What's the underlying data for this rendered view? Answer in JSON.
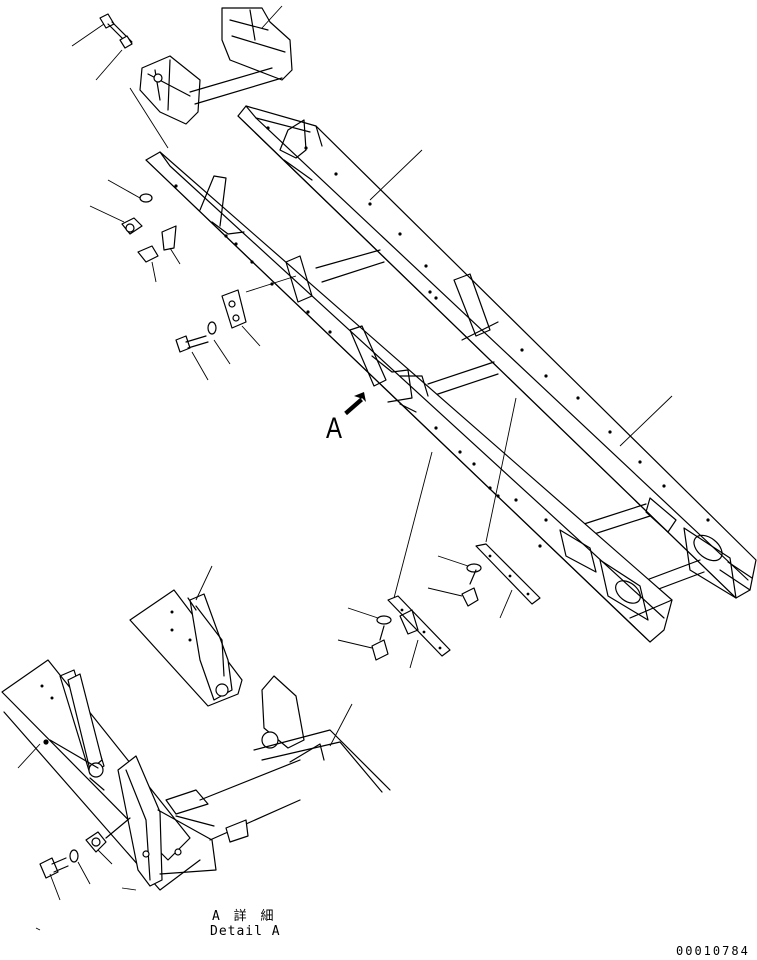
{
  "view_marker": {
    "letter": "A"
  },
  "detail": {
    "title_jp": "A 詳 細",
    "title_en": "Detail A"
  },
  "drawing_code": "00010784"
}
